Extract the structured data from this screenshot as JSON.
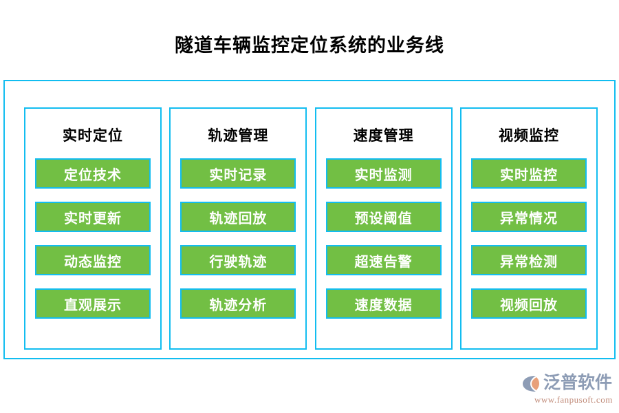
{
  "page": {
    "title": "隧道车辆监控定位系统的业务线",
    "background_color": "#ffffff",
    "border_color": "#12bdf0",
    "chip_color": "#72bf44",
    "chip_text_color": "#ffffff",
    "title_color": "#000000"
  },
  "columns": [
    {
      "header": "实时定位",
      "items": [
        "定位技术",
        "实时更新",
        "动态监控",
        "直观展示"
      ]
    },
    {
      "header": "轨迹管理",
      "items": [
        "实时记录",
        "轨迹回放",
        "行驶轨迹",
        "轨迹分析"
      ]
    },
    {
      "header": "速度管理",
      "items": [
        "实时监测",
        "预设阈值",
        "超速告警",
        "速度数据"
      ]
    },
    {
      "header": "视频监控",
      "items": [
        "实时监控",
        "异常情况",
        "异常检测",
        "视频回放"
      ]
    }
  ],
  "brand": {
    "name": "泛普软件",
    "url": "www.fanpusoft.com",
    "name_color": "#8d9cb5",
    "url_color": "#c08a78",
    "mark_color": "#8d9cb5",
    "mark_accent_color": "#e8a07a"
  }
}
